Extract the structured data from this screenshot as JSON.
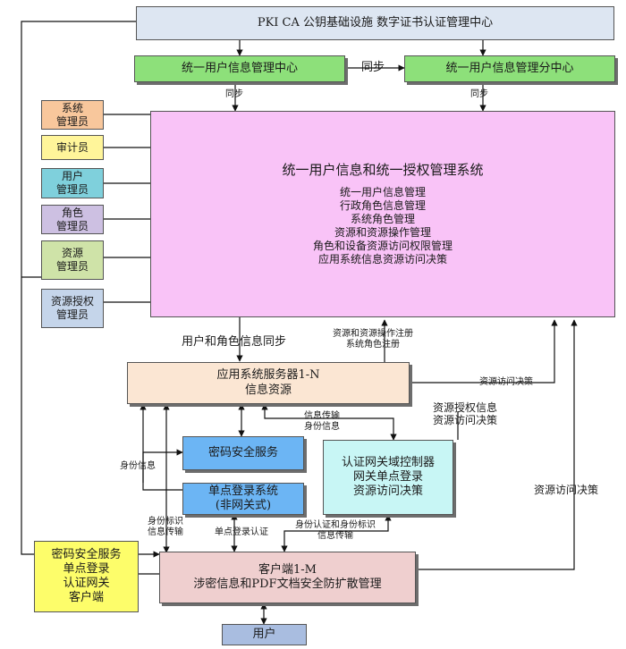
{
  "pki": "PKI CA 公钥基础设施 数字证书认证管理中心",
  "umc": "统一用户信息管理中心",
  "umc_sub": "统一用户信息管理分中心",
  "main": {
    "title": "统一用户信息和统一授权管理系统",
    "lines": [
      "统一用户信息管理",
      "行政角色信息管理",
      "系统角色管理",
      "资源和资源操作管理",
      "角色和设备资源访问权限管理",
      "应用系统信息资源访问决策"
    ]
  },
  "roles": [
    {
      "lines": [
        "系统",
        "管理员"
      ],
      "color": "#f8c79c"
    },
    {
      "lines": [
        "审计员"
      ],
      "color": "#fff59a"
    },
    {
      "lines": [
        "用户",
        "管理员"
      ],
      "color": "#7fd0dc"
    },
    {
      "lines": [
        "角色",
        "管理员"
      ],
      "color": "#cdc0e2"
    },
    {
      "lines": [
        "资源",
        "管理员"
      ],
      "color": "#cfe3a8"
    },
    {
      "lines": [
        "资源授权",
        "管理员"
      ],
      "color": "#c5d5ea"
    }
  ],
  "app_server": [
    "应用系统服务器1-N",
    "信息资源"
  ],
  "crypto": "密码安全服务",
  "sso": [
    "单点登录系统",
    "(非网关式)"
  ],
  "gateway": [
    "认证网关域控制器",
    "网关单点登录",
    "资源访问决策"
  ],
  "client": [
    "客户端1-M",
    "涉密信息和PDF文档安全防扩散管理"
  ],
  "client_side": [
    "密码安全服务",
    "单点登录",
    "认证网关",
    "客户端"
  ],
  "user": "用户",
  "labels": {
    "sync1": "同步",
    "sync2": "同步",
    "sync3": "同步",
    "user_role_sync": "用户和角色信息同步",
    "reg": [
      "资源和资源操作注册",
      "系统角色注册"
    ],
    "decision1": "资源访问决策",
    "auth_info": [
      "资源授权信息",
      "资源访问决策"
    ],
    "decision2": "资源访问决策",
    "info_trans": [
      "信息传输",
      "身份信息"
    ],
    "id_info": "身份信息",
    "id_mark": [
      "身份标识",
      "信息传输"
    ],
    "sso_auth": "单点登录认证",
    "id_auth": [
      "身份认证和身份标识",
      "信息传输"
    ]
  },
  "colors": {
    "pki": "#dde6f2",
    "green": "#8de07a",
    "main": "#f9c3f7",
    "app": "#fbe6d3",
    "blue": "#6cb5f4",
    "gateway": "#c8f6f5",
    "client": "#efcfcf",
    "client_side": "#fdfd6a",
    "user": "#a9bde0"
  }
}
